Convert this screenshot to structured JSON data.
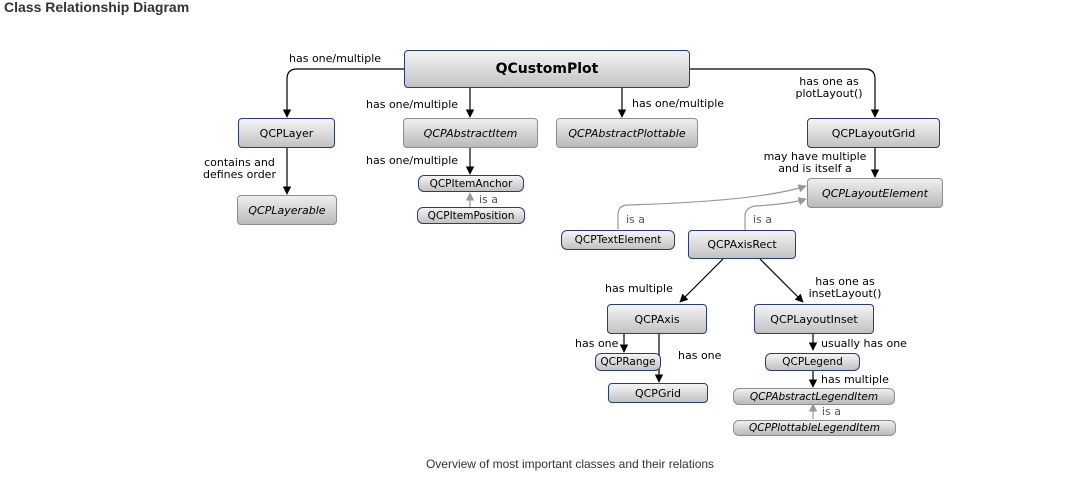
{
  "title": "Class Relationship Diagram",
  "caption": "Overview of most important classes and their relations",
  "nodes": {
    "qcustomplot": "QCustomPlot",
    "qcplayer": "QCPLayer",
    "qcplayerable": "QCPLayerable",
    "qcpabstractitem": "QCPAbstractItem",
    "qcpitemanchor": "QCPItemAnchor",
    "qcpitemposition": "QCPItemPosition",
    "qcpabstractplottable": "QCPAbstractPlottable",
    "qcplayoutgrid": "QCPLayoutGrid",
    "qcplayoutelement": "QCPLayoutElement",
    "qcptextelement": "QCPTextElement",
    "qcpaxisrect": "QCPAxisRect",
    "qcpaxis": "QCPAxis",
    "qcprange": "QCPRange",
    "qcpgrid": "QCPGrid",
    "qcplayoutinset": "QCPLayoutInset",
    "qcplegend": "QCPLegend",
    "qcpabstractlegenditem": "QCPAbstractLegendItem",
    "qcpplottablelegenditem": "QCPPlottableLegendItem"
  },
  "labels": {
    "has_one_multiple_layer": "has one/multiple",
    "has_one_multiple_item": "has one/multiple",
    "has_one_multiple_plottable": "has one/multiple",
    "has_one_as_plotlayout_1": "has one as",
    "has_one_as_plotlayout_2": "plotLayout()",
    "contains_1": "contains and",
    "contains_2": "defines order",
    "has_one_multiple_anchor": "has one/multiple",
    "is_a_position": "is a",
    "may_have_multiple_1": "may have multiple",
    "may_have_multiple_2": "and is itself a",
    "is_a_text": "is a",
    "is_a_axisrect": "is a",
    "has_multiple_axis": "has multiple",
    "has_one_as_inset_1": "has one as",
    "has_one_as_inset_2": "insetLayout()",
    "has_one_range": "has one",
    "has_one_grid": "has one",
    "usually_has_one": "usually has one",
    "has_multiple_legend": "has multiple",
    "is_a_legenditem": "is a"
  }
}
